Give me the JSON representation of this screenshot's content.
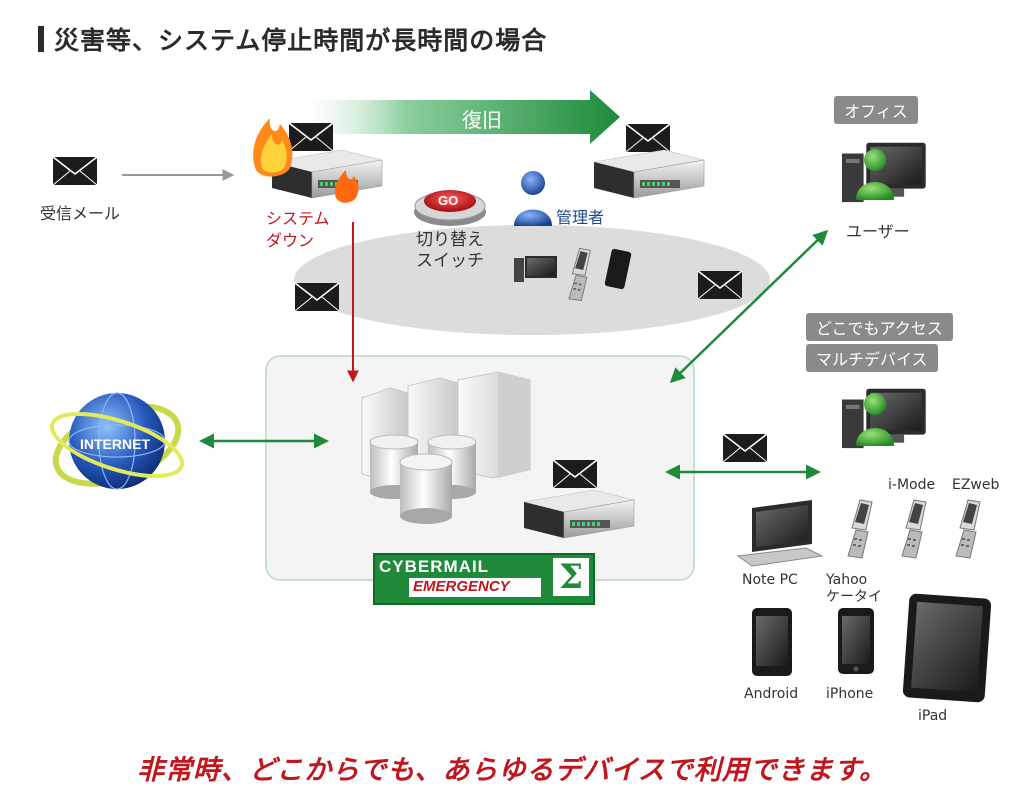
{
  "heading": "災害等、システム停止時間が長時間の場合",
  "recovery_label": "復旧",
  "incoming_mail_label": "受信メール",
  "system_down_label": "システム ダウン",
  "system_down_lines": [
    "システム",
    "ダウン"
  ],
  "go_button_label": "GO",
  "switch_label_lines": [
    "切り替え",
    "スイッチ"
  ],
  "admin_label": "管理者",
  "office_tag": "オフィス",
  "user_label": "ユーザー",
  "access_tag": "どこでもアクセス",
  "multi_device_tag": "マルチデバイス",
  "internet_label": "INTERNET",
  "banner": {
    "line1": "CYBERMAIL",
    "line2": "EMERGENCY",
    "symbol": "Σ"
  },
  "devices": {
    "imode": "i-Mode",
    "ezweb": "EZweb",
    "notepc": "Note PC",
    "yahoo_lines": [
      "Yahoo",
      "ケータイ"
    ],
    "android": "Android",
    "iphone": "iPhone",
    "ipad": "iPad"
  },
  "footer": "非常時、どこからでも、あらゆるデバイスで利用できます。",
  "colors": {
    "accent_green": "#1e8a3a",
    "alert_red": "#c0161d",
    "admin_blue": "#1e4a8c",
    "tag_gray": "#8a8a8a"
  }
}
